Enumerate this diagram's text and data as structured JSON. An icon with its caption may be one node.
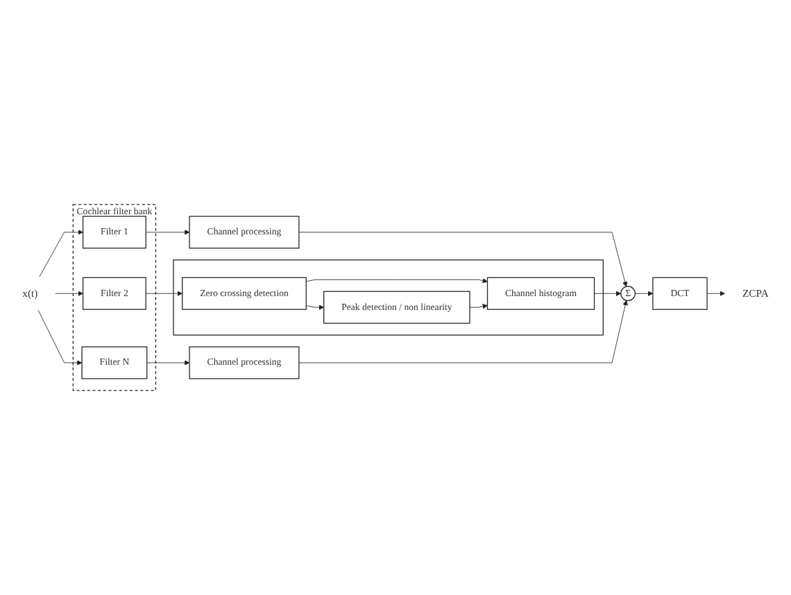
{
  "diagram": {
    "nodes": [
      {
        "text": [
          "x(t)"
        ]
      },
      {
        "text": [
          "Cochlear filter bank"
        ]
      },
      {
        "text": [
          "Filter 1"
        ],
        "in": 1
      },
      {
        "text": [
          "Filter 2"
        ],
        "in": 1
      },
      {
        "text": [
          "Filter N"
        ],
        "in": 1
      },
      {
        "text": [
          "Channel processing"
        ]
      },
      {
        "text": [],
        "shape": "box"
      },
      {
        "text": [
          "Zero crossing detection"
        ],
        "in": 6
      },
      {
        "text": [
          "Peak detection / non linearity"
        ],
        "in": 6
      },
      {
        "text": [
          "Channel histogram"
        ],
        "in": 6
      },
      {
        "text": [
          "Channel processing"
        ]
      },
      {
        "text": [
          "Σ"
        ]
      },
      {
        "text": [
          "DCT"
        ]
      },
      {
        "text": [
          "ZCPA"
        ]
      }
    ],
    "edges": [
      {
        "from": 0,
        "to": 2,
        "arrow": "to"
      },
      {
        "from": 0,
        "to": 3,
        "arrow": "to"
      },
      {
        "from": 0,
        "to": 4,
        "arrow": "to"
      },
      {
        "from": 2,
        "to": 5,
        "arrow": "to"
      },
      {
        "from": 3,
        "to": 7,
        "arrow": "to"
      },
      {
        "from": 4,
        "to": 10,
        "arrow": "to"
      },
      {
        "from": 7,
        "to": 9,
        "arrow": "to"
      },
      {
        "from": 7,
        "to": 8,
        "arrow": "to"
      },
      {
        "from": 8,
        "to": 9,
        "arrow": "to"
      },
      {
        "from": 5,
        "to": 11,
        "arrow": "to"
      },
      {
        "from": 9,
        "to": 11,
        "arrow": "to"
      },
      {
        "from": 10,
        "to": 11,
        "arrow": "to"
      },
      {
        "from": 11,
        "to": 12,
        "arrow": "to"
      },
      {
        "from": 12,
        "to": 13,
        "arrow": "to"
      }
    ]
  }
}
